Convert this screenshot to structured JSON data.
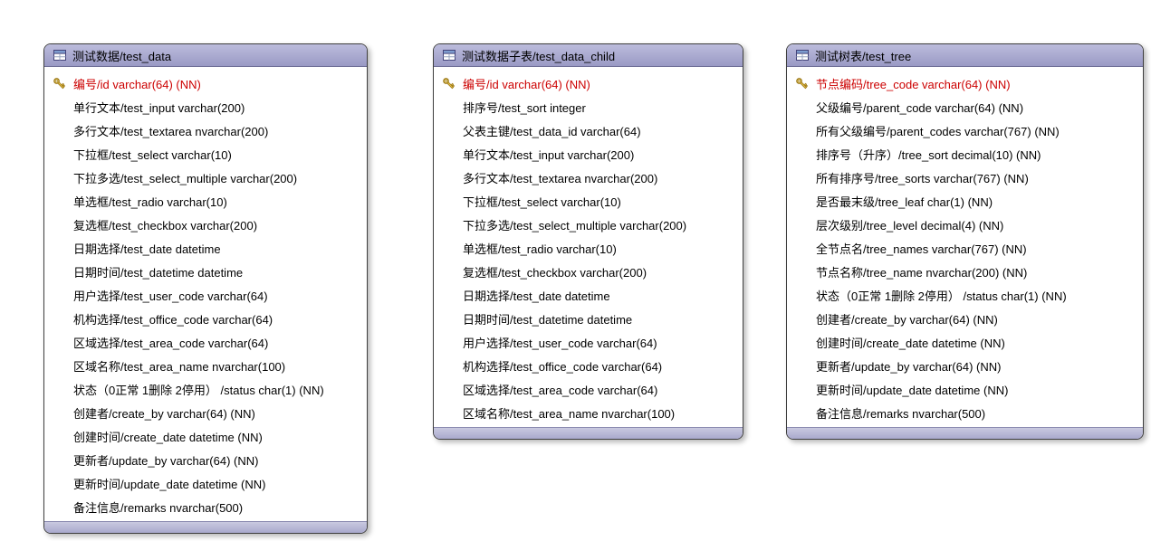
{
  "diagram": {
    "kind": "database-er-diagram",
    "colors": {
      "header_bar": "#9a9ac5",
      "footer_bar": "#a9a9cd",
      "primary_key_text": "#cc0000",
      "key_icon_gold": "#e8c04a",
      "card_border": "#3f3f3f",
      "body_background": "#ffffff"
    },
    "icons": {
      "header": "table-icon",
      "primary_key": "key-icon"
    }
  },
  "tables": [
    {
      "title": "测试数据/test_data",
      "fields": [
        {
          "label": "编号/id varchar(64) (NN)",
          "pk": true
        },
        {
          "label": "单行文本/test_input varchar(200)",
          "pk": false
        },
        {
          "label": "多行文本/test_textarea nvarchar(200)",
          "pk": false
        },
        {
          "label": "下拉框/test_select varchar(10)",
          "pk": false
        },
        {
          "label": "下拉多选/test_select_multiple varchar(200)",
          "pk": false
        },
        {
          "label": "单选框/test_radio varchar(10)",
          "pk": false
        },
        {
          "label": "复选框/test_checkbox varchar(200)",
          "pk": false
        },
        {
          "label": "日期选择/test_date datetime",
          "pk": false
        },
        {
          "label": "日期时间/test_datetime datetime",
          "pk": false
        },
        {
          "label": "用户选择/test_user_code varchar(64)",
          "pk": false
        },
        {
          "label": "机构选择/test_office_code varchar(64)",
          "pk": false
        },
        {
          "label": "区域选择/test_area_code varchar(64)",
          "pk": false
        },
        {
          "label": "区域名称/test_area_name nvarchar(100)",
          "pk": false
        },
        {
          "label": "状态（0正常 1删除 2停用） /status char(1) (NN)",
          "pk": false
        },
        {
          "label": "创建者/create_by varchar(64) (NN)",
          "pk": false
        },
        {
          "label": "创建时间/create_date datetime (NN)",
          "pk": false
        },
        {
          "label": "更新者/update_by varchar(64) (NN)",
          "pk": false
        },
        {
          "label": "更新时间/update_date datetime (NN)",
          "pk": false
        },
        {
          "label": "备注信息/remarks nvarchar(500)",
          "pk": false
        }
      ]
    },
    {
      "title": "测试数据子表/test_data_child",
      "fields": [
        {
          "label": "编号/id varchar(64) (NN)",
          "pk": true
        },
        {
          "label": "排序号/test_sort integer",
          "pk": false
        },
        {
          "label": "父表主键/test_data_id varchar(64)",
          "pk": false
        },
        {
          "label": "单行文本/test_input varchar(200)",
          "pk": false
        },
        {
          "label": "多行文本/test_textarea nvarchar(200)",
          "pk": false
        },
        {
          "label": "下拉框/test_select varchar(10)",
          "pk": false
        },
        {
          "label": "下拉多选/test_select_multiple varchar(200)",
          "pk": false
        },
        {
          "label": "单选框/test_radio varchar(10)",
          "pk": false
        },
        {
          "label": "复选框/test_checkbox varchar(200)",
          "pk": false
        },
        {
          "label": "日期选择/test_date datetime",
          "pk": false
        },
        {
          "label": "日期时间/test_datetime datetime",
          "pk": false
        },
        {
          "label": "用户选择/test_user_code varchar(64)",
          "pk": false
        },
        {
          "label": "机构选择/test_office_code varchar(64)",
          "pk": false
        },
        {
          "label": "区域选择/test_area_code varchar(64)",
          "pk": false
        },
        {
          "label": "区域名称/test_area_name nvarchar(100)",
          "pk": false
        }
      ]
    },
    {
      "title": "测试树表/test_tree",
      "fields": [
        {
          "label": "节点编码/tree_code varchar(64) (NN)",
          "pk": true
        },
        {
          "label": "父级编号/parent_code varchar(64) (NN)",
          "pk": false
        },
        {
          "label": "所有父级编号/parent_codes varchar(767) (NN)",
          "pk": false
        },
        {
          "label": "排序号（升序）/tree_sort decimal(10) (NN)",
          "pk": false
        },
        {
          "label": "所有排序号/tree_sorts varchar(767) (NN)",
          "pk": false
        },
        {
          "label": "是否最末级/tree_leaf char(1) (NN)",
          "pk": false
        },
        {
          "label": "层次级别/tree_level decimal(4) (NN)",
          "pk": false
        },
        {
          "label": "全节点名/tree_names varchar(767) (NN)",
          "pk": false
        },
        {
          "label": "节点名称/tree_name nvarchar(200) (NN)",
          "pk": false
        },
        {
          "label": "状态（0正常 1删除 2停用） /status char(1) (NN)",
          "pk": false
        },
        {
          "label": "创建者/create_by varchar(64) (NN)",
          "pk": false
        },
        {
          "label": "创建时间/create_date datetime (NN)",
          "pk": false
        },
        {
          "label": "更新者/update_by varchar(64) (NN)",
          "pk": false
        },
        {
          "label": "更新时间/update_date datetime (NN)",
          "pk": false
        },
        {
          "label": "备注信息/remarks nvarchar(500)",
          "pk": false
        }
      ]
    }
  ]
}
